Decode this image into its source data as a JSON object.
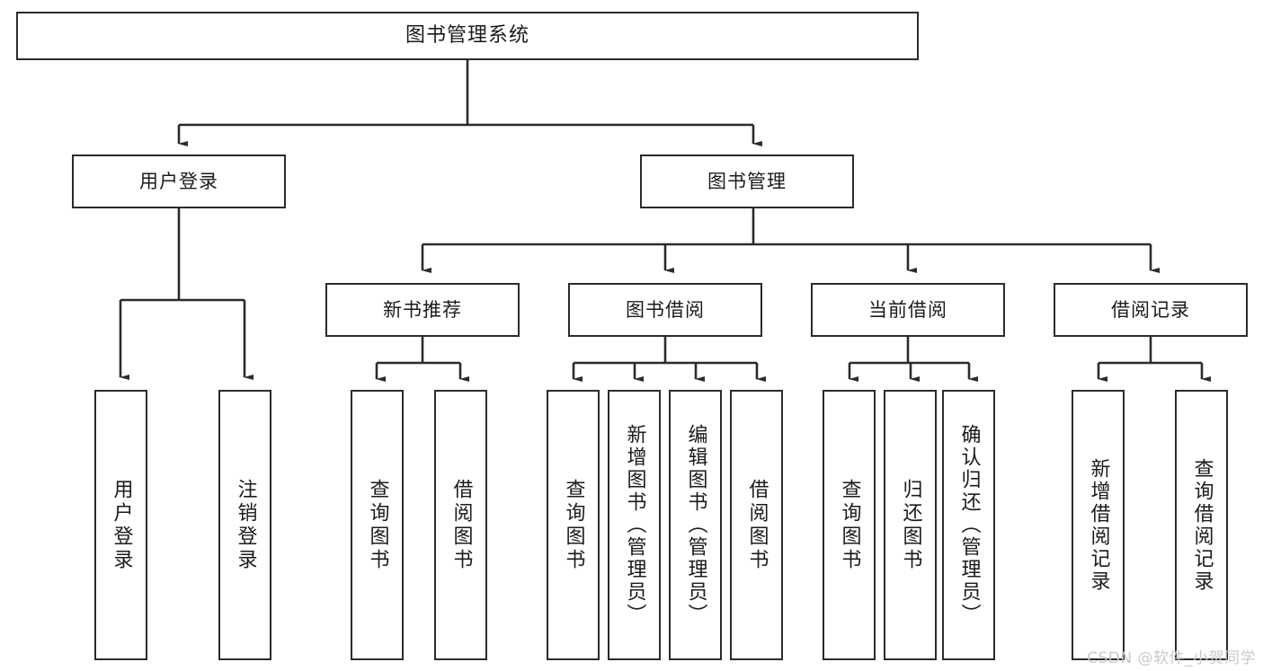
{
  "diagram": {
    "title": "图书管理系统",
    "type": "tree",
    "root": {
      "label": "图书管理系统",
      "orientation": "horizontal"
    },
    "level1": [
      {
        "label": "用户登录",
        "orientation": "horizontal"
      },
      {
        "label": "图书管理",
        "orientation": "horizontal"
      }
    ],
    "level2": [
      {
        "label": "新书推荐",
        "orientation": "horizontal",
        "parent": "图书管理"
      },
      {
        "label": "图书借阅",
        "orientation": "horizontal",
        "parent": "图书管理"
      },
      {
        "label": "当前借阅",
        "orientation": "horizontal",
        "parent": "图书管理"
      },
      {
        "label": "借阅记录",
        "orientation": "horizontal",
        "parent": "图书管理"
      }
    ],
    "leaves": {
      "user_login": [
        {
          "label": "用户登录",
          "orientation": "vertical"
        },
        {
          "label": "注销登录",
          "orientation": "vertical"
        }
      ],
      "new_book_recommend": [
        {
          "label": "查询图书",
          "orientation": "vertical"
        },
        {
          "label": "借阅图书",
          "orientation": "vertical"
        }
      ],
      "book_borrow": [
        {
          "label": "查询图书",
          "orientation": "vertical"
        },
        {
          "label": "新增图书（管理员）",
          "orientation": "vertical"
        },
        {
          "label": "编辑图书（管理员）",
          "orientation": "vertical"
        },
        {
          "label": "借阅图书",
          "orientation": "vertical"
        }
      ],
      "current_borrow": [
        {
          "label": "查询图书",
          "orientation": "vertical"
        },
        {
          "label": "归还图书",
          "orientation": "vertical"
        },
        {
          "label": "确认归还（管理员）",
          "orientation": "vertical"
        }
      ],
      "borrow_record": [
        {
          "label": "新增借阅记录",
          "orientation": "vertical"
        },
        {
          "label": "查询借阅记录",
          "orientation": "vertical"
        }
      ]
    }
  },
  "watermark": {
    "text": "CSDN @软件_小贺同学"
  },
  "colors": {
    "box_border": "#2b2b2b",
    "box_fill": "#ffffff",
    "connector": "#2b2b2b",
    "text": "#1b1b1b",
    "watermark": "#c9c9c9",
    "background": "#ffffff"
  }
}
